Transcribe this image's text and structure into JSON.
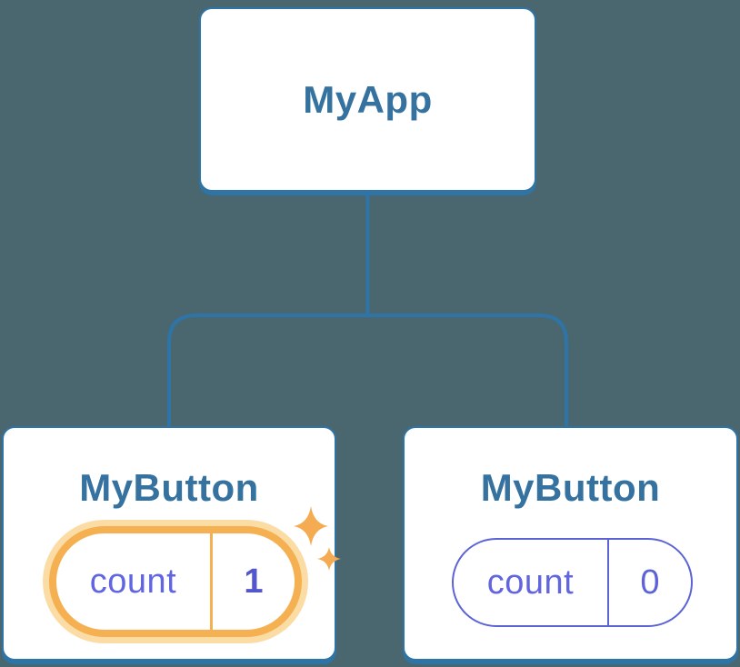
{
  "diagram_title": "React component tree with state",
  "colors": {
    "background": "#4A6770",
    "connector_blue": "#2E74A6",
    "node_label_blue": "#35729F",
    "state_label_indigo": "#6165E0",
    "state_value_active_indigo": "#5456CB",
    "pill_active_border_orange": "#F5B052",
    "pill_active_glow_orange": "#FBDCA4",
    "pill_plain_border_indigo": "#5B63D6",
    "sparkle_orange": "#F5AB52"
  },
  "tree": {
    "root": {
      "label": "MyApp"
    },
    "children": [
      {
        "label": "MyButton",
        "state": {
          "key": "count",
          "value": "1"
        },
        "highlighted": true
      },
      {
        "label": "MyButton",
        "state": {
          "key": "count",
          "value": "0"
        },
        "highlighted": false
      }
    ]
  }
}
